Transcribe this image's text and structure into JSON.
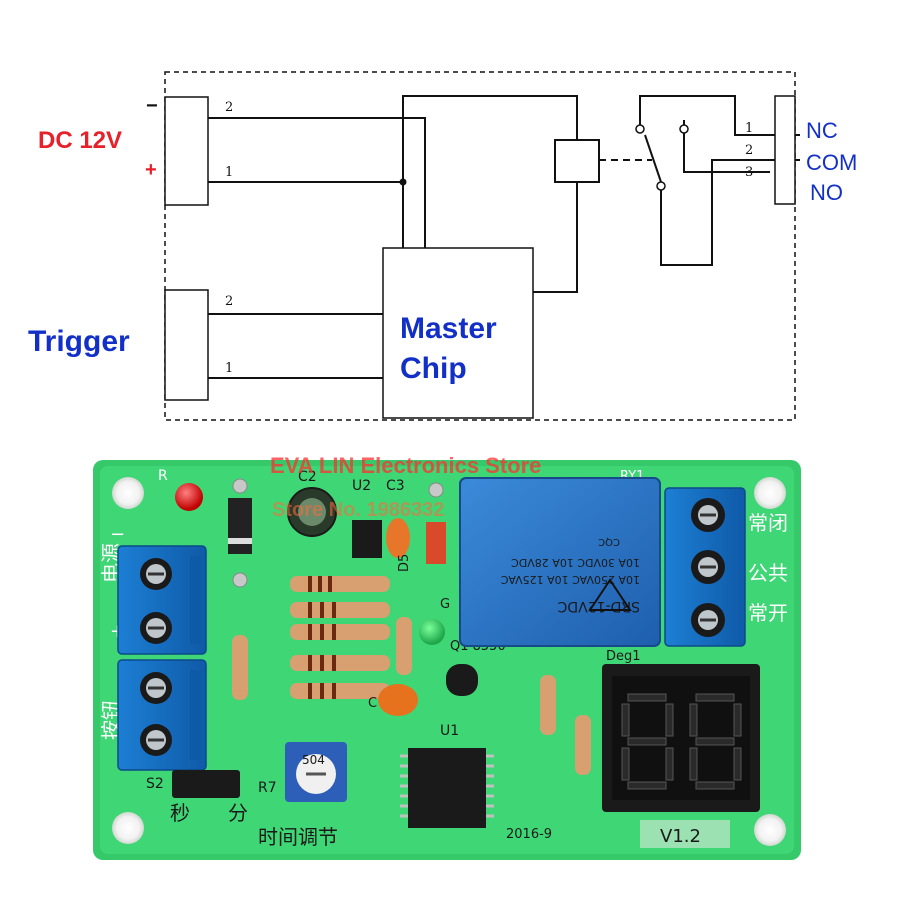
{
  "schematic": {
    "power": {
      "label": "DC 12V",
      "minus": "−",
      "plus": "+",
      "pins": [
        "2",
        "1"
      ]
    },
    "trigger": {
      "label": "Trigger",
      "pins": [
        "2",
        "1"
      ]
    },
    "chip": {
      "line1": "Master",
      "line2": "Chip"
    },
    "relay_terminals": {
      "pins": [
        "1",
        "2",
        "3"
      ],
      "labels": [
        "NC",
        "COM",
        "NO"
      ]
    }
  },
  "board": {
    "watermark": {
      "line1": "EVA LIN Electronics Store",
      "line2": "Store No. 1986332"
    },
    "relay": {
      "id": "RY1",
      "model": "SRD-12VDC",
      "ratings": [
        "10A 250VAC 10A 125VAC",
        "10A 30VDC 10A 28VDC"
      ],
      "badge": "CQC"
    },
    "right_labels": [
      "常闭",
      "公共",
      "常开"
    ],
    "left_labels": {
      "power": "电源",
      "minus": "−",
      "plus": "+",
      "button": "按钮"
    },
    "components": {
      "r": "R",
      "c2": "C2",
      "u2": "U2",
      "c3": "C3",
      "d5": "D5",
      "g": "G",
      "q": "Q1 8550",
      "u1": "U1",
      "s2": "S2",
      "r7": "R7",
      "pot": "504",
      "c": "C",
      "deg": "Deg1"
    },
    "bottom": {
      "sec": "秒",
      "min": "分",
      "time_adjust": "时间调节",
      "date": "2016-9",
      "version": "V1.2"
    },
    "display": {
      "digits": "88"
    }
  }
}
